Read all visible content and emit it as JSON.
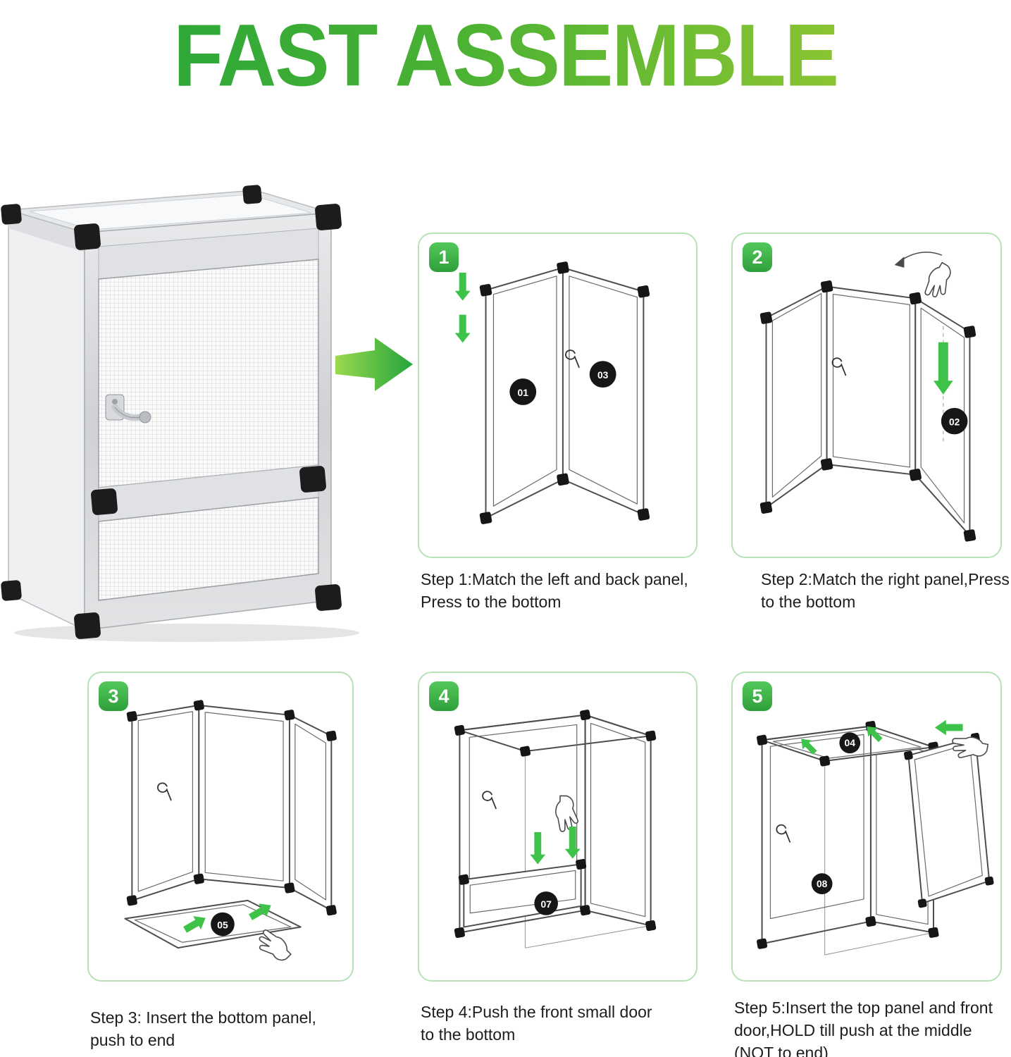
{
  "title": "FAST ASSEMBLE",
  "colors": {
    "title_gradient_start": "#1ea23c",
    "title_gradient_end": "#a6cc32",
    "badge_green": "#3fae47",
    "arrow_green": "#3fc24a",
    "card_border": "#b5e2b6",
    "part_circle": "#161616",
    "caption_text": "#1d1d1d"
  },
  "steps": [
    {
      "number": "1",
      "parts": [
        "01",
        "03"
      ],
      "caption_lines": [
        "Step 1:Match the left and back panel,",
        "Press to the bottom"
      ]
    },
    {
      "number": "2",
      "parts": [
        "02"
      ],
      "caption_lines": [
        "Step 2:Match the right panel,Press",
        "to the bottom"
      ]
    },
    {
      "number": "3",
      "parts": [
        "05"
      ],
      "caption_lines": [
        "Step 3: Insert the bottom panel,",
        "push to end"
      ]
    },
    {
      "number": "4",
      "parts": [
        "07"
      ],
      "caption_lines": [
        "Step 4:Push the front small door",
        "to the bottom"
      ]
    },
    {
      "number": "5",
      "parts": [
        "04",
        "08"
      ],
      "caption_lines": [
        "Step 5:Insert the top panel and front",
        "door,HOLD till push at the middle",
        "(NOT to end)"
      ]
    }
  ]
}
